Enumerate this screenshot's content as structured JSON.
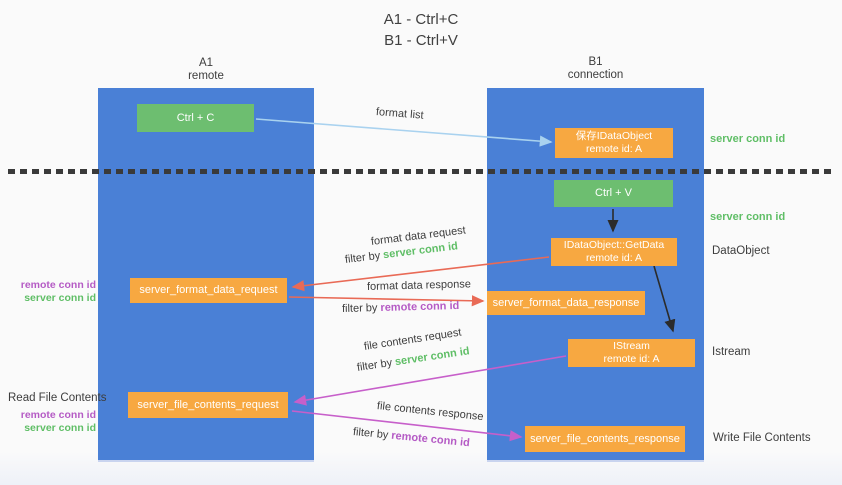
{
  "title": {
    "line1": "A1 - Ctrl+C",
    "line2": "B1 - Ctrl+V"
  },
  "columns": {
    "left": {
      "name": "A1",
      "role": "remote"
    },
    "right": {
      "name": "B1",
      "role": "connection"
    }
  },
  "boxes": {
    "ctrl_c": {
      "label": "Ctrl + C"
    },
    "save_idataobject": {
      "line1": "保存IDataObject",
      "line2": "remote id: A"
    },
    "ctrl_v": {
      "label": "Ctrl + V"
    },
    "getdata": {
      "line1": "IDataObject::GetData",
      "line2": "remote id: A"
    },
    "format_request": {
      "label": "server_format_data_request"
    },
    "format_response": {
      "label": "server_format_data_response"
    },
    "istream": {
      "line1": "IStream",
      "line2": "remote id: A"
    },
    "file_request": {
      "label": "server_file_contents_request"
    },
    "file_response": {
      "label": "server_file_contents_response"
    }
  },
  "side_labels": {
    "server_conn_id_top": "server conn id",
    "server_conn_id_mid": "server conn id",
    "dataobject": "DataObject",
    "istream": "Istream",
    "read_file_contents": "Read File Contents",
    "write_file_contents": "Write File Contents",
    "pair1": {
      "remote": "remote conn id",
      "server": "server conn id"
    },
    "pair2": {
      "remote": "remote conn id",
      "server": "server conn id"
    }
  },
  "arrows": {
    "format_list": {
      "label": "format list"
    },
    "format_request": {
      "label": "format data request",
      "filter_prefix": "filter by",
      "filter_key": "server conn id"
    },
    "format_response": {
      "label": "format data response",
      "filter_prefix": "filter by",
      "filter_key": "remote conn id"
    },
    "file_request": {
      "label": "file contents request",
      "filter_prefix": "filter by",
      "filter_key": "server conn id"
    },
    "file_response": {
      "label": "file contents response",
      "filter_prefix": "filter by",
      "filter_key": "remote conn id"
    }
  },
  "colors": {
    "lane_blue": "#4a80d6",
    "box_green": "#6dbe70",
    "box_orange": "#f7a841",
    "arrow_red": "#e96a56",
    "arrow_magenta": "#c75fca",
    "arrow_light_blue": "#a9d2ef",
    "arrow_black": "#2b2b2b",
    "text_green": "#5fbe66",
    "text_purple": "#b55bc5",
    "text_dark": "#3d3d3d"
  }
}
